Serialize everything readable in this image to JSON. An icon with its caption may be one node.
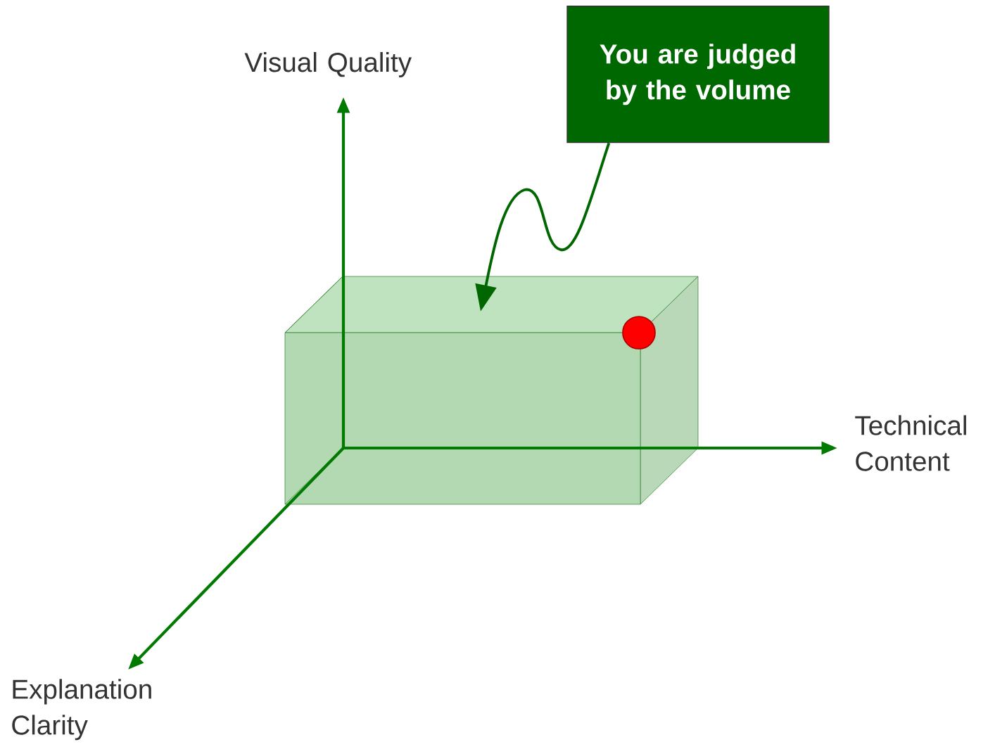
{
  "diagram": {
    "nodes": [
      {
        "text": [
          "You are judged by the volume"
        ]
      },
      {
        "text": [],
        "shape": "box"
      }
    ],
    "edges": [
      {
        "from": 0,
        "to": 1,
        "arrow": "to"
      }
    ],
    "labels": [
      "Visual Quality",
      "Technical Content",
      "Explanation Clarity"
    ]
  }
}
